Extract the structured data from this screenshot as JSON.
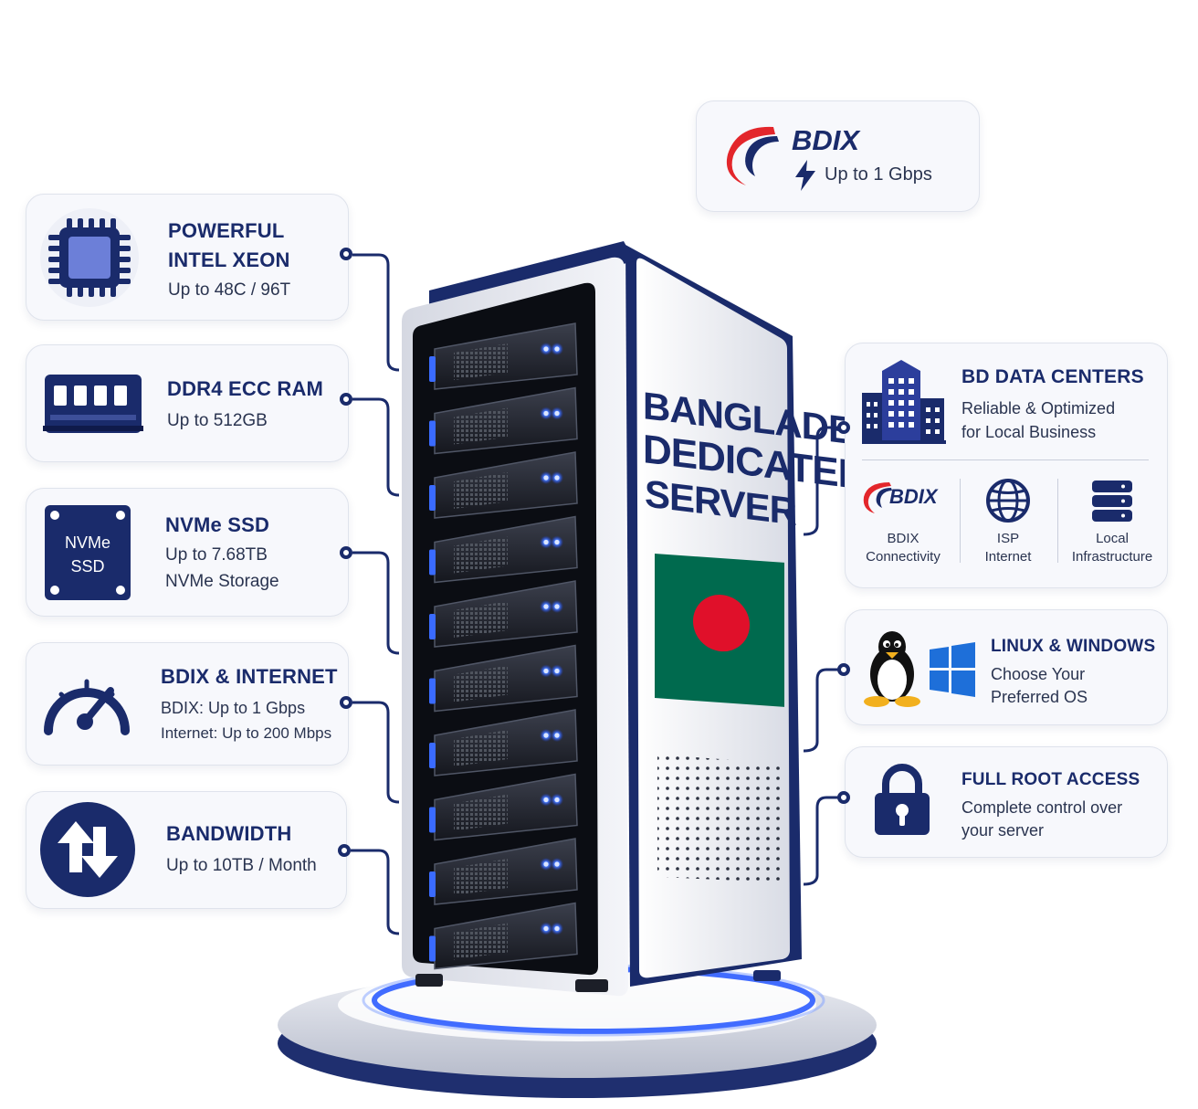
{
  "colors": {
    "navy": "#1a2b6b",
    "brand_blue": "#2c3e9c",
    "led_blue": "#3a6bff",
    "flag_green": "#006a4e",
    "flag_red": "#e0102a",
    "bdix_red": "#e3262b"
  },
  "bdix_badge": {
    "brand": "BDIX",
    "speed": "Up to 1 Gbps",
    "icons": [
      "bdix-swoosh-icon",
      "lightning-icon"
    ]
  },
  "server": {
    "title_lines": [
      "BANGLADESH",
      "DEDICATED",
      "SERVER"
    ],
    "flag_icon": "bangladesh-flag-icon",
    "drive_bays": 10
  },
  "left_features": [
    {
      "icon": "cpu-chip-icon",
      "title_lines": [
        "POWERFUL",
        "INTEL XEON"
      ],
      "lines": [
        "Up to 48C / 96T"
      ]
    },
    {
      "icon": "ram-module-icon",
      "title_lines": [
        "DDR4 ECC RAM"
      ],
      "lines": [
        "Up to 512GB"
      ]
    },
    {
      "icon": "nvme-ssd-icon",
      "icon_text": [
        "NVMe",
        "SSD"
      ],
      "title_lines": [
        "NVMe SSD"
      ],
      "lines": [
        "Up to 7.68TB",
        "NVMe Storage"
      ]
    },
    {
      "icon": "speedometer-icon",
      "title_lines": [
        "BDIX & INTERNET"
      ],
      "lines": [
        "BDIX: Up to 1 Gbps",
        "Internet: Up to 200 Mbps"
      ]
    },
    {
      "icon": "bandwidth-arrows-icon",
      "title_lines": [
        "BANDWIDTH"
      ],
      "lines": [
        "Up to 10TB / Month"
      ]
    }
  ],
  "right_features": {
    "datacenters": {
      "icon": "datacenter-building-icon",
      "title": "BD DATA CENTERS",
      "lines": [
        "Reliable & Optimized",
        "for Local Business"
      ],
      "sub_items": [
        {
          "icon": "bdix-logo-icon",
          "logo_text": "BDIX",
          "label_lines": [
            "BDIX",
            "Connectivity"
          ]
        },
        {
          "icon": "globe-icon",
          "label_lines": [
            "ISP",
            "Internet"
          ]
        },
        {
          "icon": "server-stack-icon",
          "label_lines": [
            "Local",
            "Infrastructure"
          ]
        }
      ]
    },
    "os": {
      "icons": [
        "linux-penguin-icon",
        "windows-logo-icon"
      ],
      "title": "LINUX & WINDOWS",
      "lines": [
        "Choose Your",
        "Preferred OS"
      ]
    },
    "root": {
      "icon": "padlock-icon",
      "title": "FULL ROOT ACCESS",
      "lines": [
        "Complete control over",
        "your server"
      ]
    }
  }
}
